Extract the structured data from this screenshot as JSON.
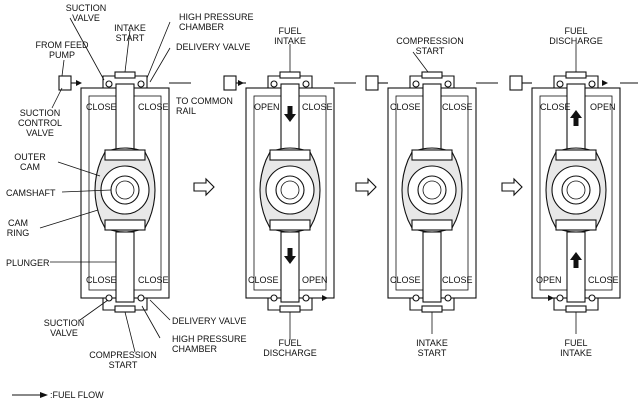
{
  "labels": {
    "suction_valve": "SUCTION\nVALVE",
    "intake_start": "INTAKE\nSTART",
    "high_pressure_chamber": "HIGH PRESSURE\nCHAMBER",
    "from_feed_pump": "FROM FEED\nPUMP",
    "delivery_valve": "DELIVERY VALVE",
    "to_common_rail": "TO COMMON\nRAIL",
    "suction_control_valve": "SUCTION\nCONTROL\nVALVE",
    "outer_cam": "OUTER\nCAM",
    "camshaft": "CAMSHAFT",
    "cam_ring": "CAM\nRING",
    "plunger": "PLUNGER",
    "suction_valve_bottom": "SUCTION\nVALVE",
    "delivery_valve_bottom": "DELIVERY VALVE",
    "high_pressure_chamber_bottom": "HIGH PRESSURE\nCHAMBER",
    "compression_start": "COMPRESSION\nSTART",
    "fuel_intake": "FUEL\nINTAKE",
    "fuel_discharge": "FUEL\nDISCHARGE",
    "compression_start_top": "COMPRESSION\nSTART",
    "intake_start_bottom": "INTAKE\nSTART",
    "fuel_discharge_top": "FUEL\nDISCHARGE",
    "fuel_intake_bottom": "FUEL\nINTAKE",
    "legend": ":FUEL FLOW"
  },
  "states": {
    "close": "CLOSE",
    "open": "OPEN"
  }
}
